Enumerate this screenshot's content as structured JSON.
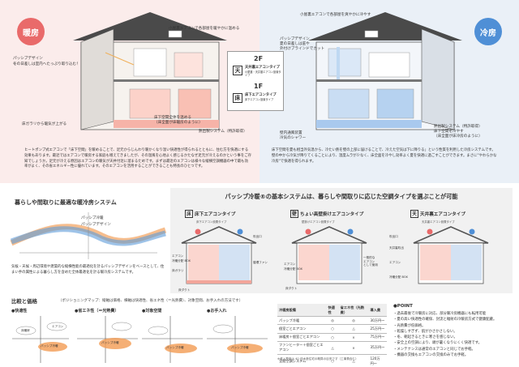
{
  "hero": {
    "warm_badge": "暖房",
    "cool_badge": "冷房",
    "warm_labels": {
      "top_right": "小屋裏エアコンで各部屋を暖やかに温める",
      "pipe_title": "パッシブデザイン",
      "pipe_desc": "冬の日差しは室内へたっぷり取り込む！",
      "floor_note": "床ガラリから暖気が上がる",
      "under_floor_1": "床下空間全体を温める",
      "under_floor_2": "（床全面が床暖房のように）",
      "heat_system": "熱出製システム（特許取得）"
    },
    "cool_labels": {
      "top_left": "小屋裏エアコンで各部屋を爽やかに冷やす",
      "pipe_title": "パッシブデザイン",
      "pipe_desc_1": "夏の日差しは庇や",
      "pipe_desc_2": "外付けブラインドでカット",
      "vent": "壁内通風装置",
      "vent_sub": "冷気のシャワー",
      "under_floor_1": "床下空間を冷やす",
      "under_floor_2": "（床全面が床冷房のように）",
      "heat_system": "熱出製システム（特許取得）"
    },
    "floors": {
      "f2": "2F",
      "f1": "1F",
      "ceiling_chip": "天",
      "ceiling_title": "天井裏エアコンタイプ",
      "ceiling_sub": "小屋裏・天井裏エアコン設置タイプ",
      "floor_chip": "床",
      "floor_title": "床下エアコンタイプ",
      "floor_sub": "床下エアコン設置タイプ"
    },
    "warm_para": "ヒートポンプ式エアコンで「床下空間」を暖めることで、足元からじんわり暖かくなり温い快適性が得られるとともに、住む方を快適にする効果もあります。最近ではエアコンで暖房する家庭も増えてきましたが、その温風を心地よく感じるかたなぜ足元が冷えるのかという事をご存知でしょうか。足元が冷える原因はエアコンの暖気が天井付近に溜まるためです。まずは最近のエアコンは様々な縦横空調機器の中で最も効率がよく、その省エネルギー性に優れています。そのエアコンを活用することができることも特長のひとつです。",
    "cool_para": "床下空間を夏も相当外気温から、冷たい熱を壁の上部に届けることで、冷えた空気は下に降りる」という性質を利用した冷房システムです。壁の中から冷気が降りてくることにより、温度ムラが少なく、床全面を冷やし効率よく夏を快適に過ごすことができます。まさに\"やわらかな冷房\"で快適を得られます。"
  },
  "system": {
    "title": "暮らしや間取りに最適な暖冷房システム",
    "curve_label_1": "パッシブ冷暖",
    "curve_label_2": "パッシブデザイン",
    "desc": "気候・天候・周辺環境や建築的な縦横性能の最適化を計るパッシブデザインをベースとして、住まい手の属性による暮らし方を含めた全体最適化を計る暖冷房システムです。"
  },
  "basic": {
    "title": "パッシブ冷暖®の基本システムは、暮らしや間取りに応じた空調タイプを選ぶことが可能",
    "types": [
      {
        "chip": "床",
        "title": "床下エアコンタイプ",
        "sub": "床下エアコン設置タイプ"
      },
      {
        "chip": "壁",
        "title": "ちょい高壁掛けエアコンタイプ",
        "sub": "壁掛けエアコン設置タイプ"
      },
      {
        "chip": "天",
        "title": "天井裏エアコンタイプ",
        "sub": "天井裏エアコン設置タイプ"
      }
    ],
    "labels": {
      "aircon": "エアコン",
      "box": "冷暖分配 BOX",
      "fan": "循環ファン",
      "vent": "吹出口",
      "floor_garari": "床ガラリ",
      "floor_duct": "床ダクト",
      "shower": "一般的な\nエアコン\nとして使用",
      "ceiling_vent": "天井裏吹出",
      "supply": "吹出口"
    }
  },
  "compare": {
    "title": "比較と価格",
    "sub": "（ポジショニングマップ：縦軸は価格、横軸は快適性、省エネ性（＝光熱費）、対象空間、お手入れの方法です）",
    "graphs": [
      "●快適性",
      "●省エネ性（＝光熱費）",
      "●対象空間",
      "●お手入れ"
    ],
    "graph_label_passive": "パッシブ冷暖",
    "graph_label_floor": "床暖房",
    "graph_label_ac": "エアコン",
    "headers": [
      "冷暖房設備",
      "快適性",
      "省エネ性（光熱費）",
      "導入費"
    ],
    "rows": [
      [
        "パッシブ冷暖",
        "◎",
        "◎",
        "30万円〜"
      ],
      [
        "個室ごとエアコン",
        "○",
        "△",
        "25万円〜"
      ],
      [
        "床暖房＋個室ごとエアコン",
        "○",
        "×",
        "75万円〜"
      ],
      [
        "ファンヒーター＋個室ごとエアコン",
        "△",
        "×",
        "35万円〜"
      ],
      [
        "全館空調システム",
        "○",
        "△",
        "120万円〜"
      ]
    ],
    "note": "※導入費用は 40 坪木造住宅の概算の目安です（工事費含む）"
  },
  "point": {
    "title": "●POINT",
    "items": [
      "・過去最後で冷暖房に対応、部分暖冷房機器にも転用可能",
      "・夏の高い快適性の確保、封流と輻射の冷暖房方式で健康配慮。",
      "・光熱費が低価格。",
      "・乾燥しすぎず、肌がかさかさしない。",
      "・冬、朝起きるときに寒さを感じない。",
      "・安全上の空調により、頭が暑くなりにくく快適です。",
      "・メンテナンスは通常のエアコンと同じでお手軽。",
      "・機器の交換もエアコンの交換のみでお手軽。"
    ]
  },
  "colors": {
    "warm": "#e96a6a",
    "cool": "#4f8fd6",
    "warm_bg": "#fbeceb",
    "cool_bg": "#eaf0f7",
    "panel_bg": "#f1f1f1"
  }
}
